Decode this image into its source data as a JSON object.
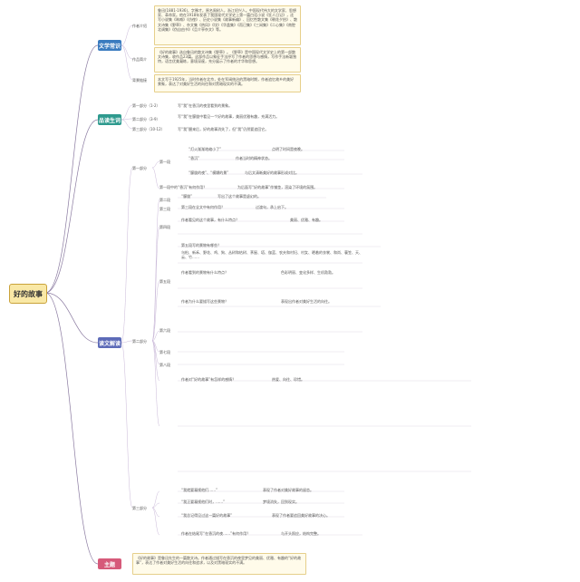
{
  "root": "好的故事",
  "sections": {
    "author": "文学常识",
    "vocab": "品读生词",
    "reading": "读文解读",
    "theme": "主题"
  },
  "author": {
    "intro_label": "作者介绍",
    "intro_text": "鲁迅(1881-1936)，字豫才，原名周树人，浙江绍兴人。中国现代伟大的文学家、思想家、革命家。他在1918年发表了我国现代文学史上第一篇白话小说《狂人日记》，还写小说集《呐喊》《彷徨》、历史小说集《故事新编》、回忆性散文集《朝花夕拾》、散文诗集《野草》、杂文集《热风》《坟》《华盖集》《而已集》《三闲集》《二心集》《南腔北调集》《伪自由书》《且介亭杂文》等。",
    "works_label": "作品简介",
    "works_text": "《好的故事》选自鲁迅的散文诗集《野草》。《野草》是中国现代文学史上的第一部散文诗集，收作品23篇。这部作品以象征手法抒写了作者的思想与感情，写作手法新颖独特，语言优美凝练，意境深邃，充分展示了作者的才华和思想。",
    "bg_label": "背景链接",
    "bg_text": "本文写于1925年，当时作者在北京，处在军阀统治的黑暗时期，作者追忆故乡的美好景象，表达了对美好生活的向往和对黑暗现实的不满。"
  },
  "vocab": {
    "p1": "第一部分（1-2）",
    "p1_text": "写“我”在昏沉的夜里看到的景象。",
    "p2": "第二部分（3-9）",
    "p2_text": "写“我”在朦胧中看见一个好的故事，美丽优雅有趣，充满活力。",
    "p3": "第三部分（10-12）",
    "p3_text": "写“我”醒来后，好的故事消失了，但“我”仍然要追回它。"
  },
  "reading": {
    "part1": "第一部分",
    "part2": "第二部分",
    "part3": "第三部分",
    "q1": "“灯火渐渐地缩小了”",
    "a1": "点明了时间是夜晚。",
    "q2": "“昏沉”",
    "a2": "作者当时的精神状态。",
    "q3": "“朦胧的夜”、“模糊的景”",
    "a3": "与后文清晰美好的故事形成对比。",
    "q4": "第一段中的“昏沉”有何作用？",
    "a4": "为后面写“好的故事”作铺垫，渲染了环境的氛围。",
    "s1": "第一段",
    "s2": "第二段",
    "s3": "第三段",
    "s4": "第四段",
    "s5": "第五段",
    "s6": "第六段",
    "s7": "第七段",
    "s8": "第八段",
    "s2_q": "“朦胧”",
    "s2_a": "写出了这个故事是虚幻的。",
    "s3_q": "第三段在全文中有何作用？",
    "s3_a": "过渡句，承上启下。",
    "s4_q": "作者看见的这个故事，有什么特点？",
    "s4_a": "美丽、优雅、有趣。",
    "s5_q": "第五段写的景物有哪些？",
    "s5_a": "乌桕、新禾、野花、鸡、狗、丛树和枯树、茅屋、塔、伽蓝、农夫和村妇、村女、晒着的衣裳、和尚、蓑笠、天、云、竹……",
    "s6_q": "作者看到的景物有什么特点？",
    "s6_a": "色彩明丽、变化多样、生机勃勃。",
    "s7_q": "作者为什么要描写这些景物？",
    "s7_a": "表现出作者对美好生活的向往。",
    "s8_q": "作者对“好的故事”有怎样的感情？",
    "s8_a": "热爱、向往、珍惜。",
    "p3_q1": "“我就要凝视他们……”",
    "p3_a1": "表现了作者对美好故事的留恋。",
    "p3_q2": "“我正要凝视他们时，……”",
    "p3_a2": "梦境消失，回到现实。",
    "p3_q3": "“我总记得见过这一篇好的故事”",
    "p3_a3": "表现了作者要追回美好故事的决心。",
    "p3_q4": "作者在结尾写“在昏沉的夜……”有何作用？",
    "p3_a4": "与开头照应，结构完整。"
  },
  "theme": {
    "text": "《好的故事》是鲁迅先生的一篇散文诗。作者通过描写在昏沉的夜里梦见的美丽、优雅、有趣的“好的故事”，表达了作者对美好生活的向往和追求，以及对黑暗现实的不满。"
  }
}
